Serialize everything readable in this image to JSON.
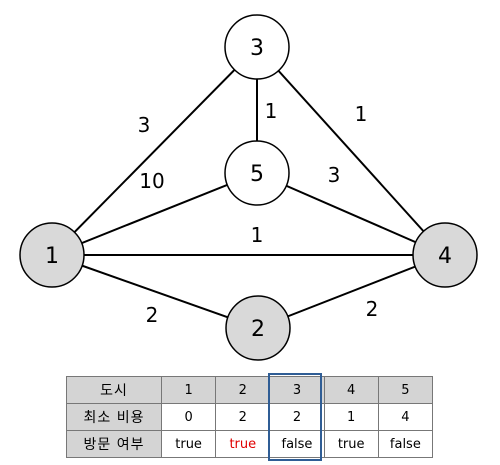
{
  "graph": {
    "nodes": [
      {
        "id": "n3-top",
        "label": "3",
        "fill": "#ffffff"
      },
      {
        "id": "n5-mid",
        "label": "5",
        "fill": "#ffffff"
      },
      {
        "id": "n1-left",
        "label": "1",
        "fill": "#d9d9d9"
      },
      {
        "id": "n4-right",
        "label": "4",
        "fill": "#d9d9d9"
      },
      {
        "id": "n2-bottom",
        "label": "2",
        "fill": "#d9d9d9"
      }
    ],
    "edges": [
      {
        "from": "n1-left",
        "to": "n3-top",
        "weight": "3"
      },
      {
        "from": "n3-top",
        "to": "n5-mid",
        "weight": "1"
      },
      {
        "from": "n3-top",
        "to": "n4-right",
        "weight": "1"
      },
      {
        "from": "n1-left",
        "to": "n5-mid",
        "weight": "10"
      },
      {
        "from": "n5-mid",
        "to": "n4-right",
        "weight": "3"
      },
      {
        "from": "n1-left",
        "to": "n4-right",
        "weight": "1"
      },
      {
        "from": "n1-left",
        "to": "n2-bottom",
        "weight": "2"
      },
      {
        "from": "n2-bottom",
        "to": "n4-right",
        "weight": "2"
      }
    ]
  },
  "table": {
    "headers": [
      "도시",
      "최소 비용",
      "방문 여부"
    ],
    "cities": [
      "1",
      "2",
      "3",
      "4",
      "5"
    ],
    "costs": [
      "0",
      "2",
      "2",
      "1",
      "4"
    ],
    "visited": [
      "true",
      "true",
      "false",
      "true",
      "false"
    ],
    "highlight_color": "#2f5d95",
    "accent_color": "#e00000"
  }
}
